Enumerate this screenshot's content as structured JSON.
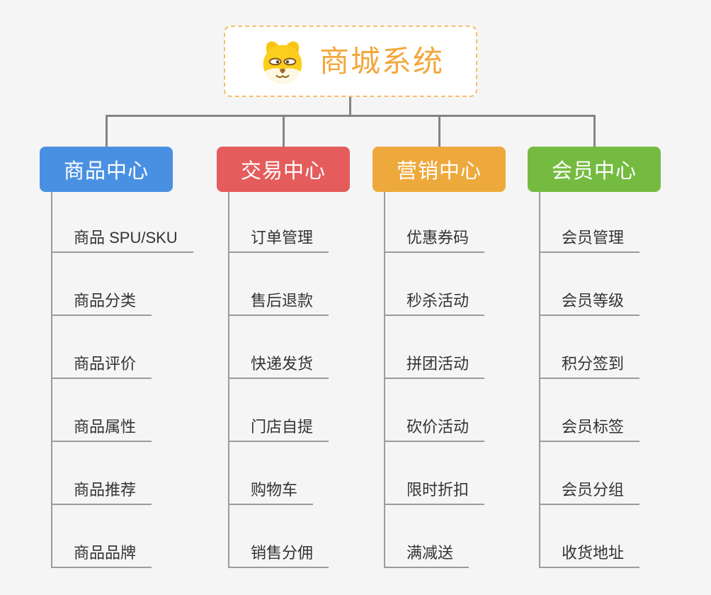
{
  "app": {
    "type": "mindmap",
    "background_color": "#F5F5F5",
    "connector_color": "#848484",
    "leaf_line_color": "#9B9B9B",
    "leaf_text_color": "#333333"
  },
  "root": {
    "title": "商城系统",
    "icon": "dog-face-icon",
    "text_color": "#F2A83C",
    "border_color": "#F5BE6B",
    "fill_color": "#FFFFFF"
  },
  "branches": [
    {
      "label": "商品中心",
      "color": "#4A90E2",
      "items": [
        "商品 SPU/SKU",
        "商品分类",
        "商品评价",
        "商品属性",
        "商品推荐",
        "商品品牌"
      ]
    },
    {
      "label": "交易中心",
      "color": "#E45C5C",
      "items": [
        "订单管理",
        "售后退款",
        "快递发货",
        "门店自提",
        "购物车",
        "销售分佣"
      ]
    },
    {
      "label": "营销中心",
      "color": "#EEA93C",
      "items": [
        "优惠券码",
        "秒杀活动",
        "拼团活动",
        "砍价活动",
        "限时折扣",
        "满减送"
      ]
    },
    {
      "label": "会员中心",
      "color": "#75BB41",
      "items": [
        "会员管理",
        "会员等级",
        "积分签到",
        "会员标签",
        "会员分组",
        "收货地址"
      ]
    }
  ]
}
